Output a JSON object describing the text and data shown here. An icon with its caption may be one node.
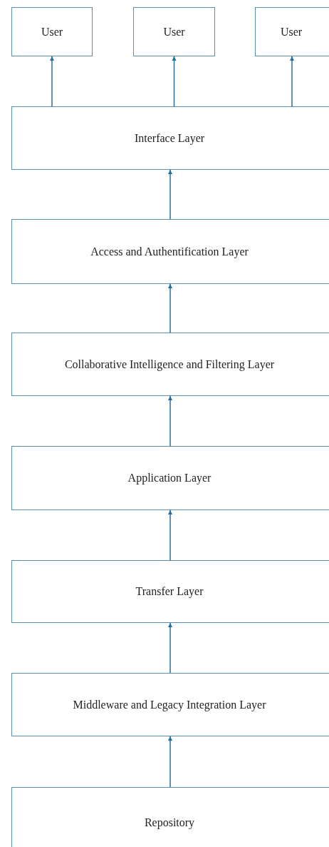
{
  "diagram": {
    "nodes": [
      {
        "text": [
          "User"
        ]
      },
      {
        "text": [
          "User"
        ]
      },
      {
        "text": [
          "User"
        ]
      },
      {
        "text": [
          "Interface Layer"
        ]
      },
      {
        "text": [
          "Access and Authentification Layer"
        ]
      },
      {
        "text": [
          "Collaborative Intelligence and Filtering Layer"
        ]
      },
      {
        "text": [
          "Application Layer"
        ]
      },
      {
        "text": [
          "Transfer Layer"
        ]
      },
      {
        "text": [
          "Middleware and Legacy Integration Layer"
        ]
      },
      {
        "text": [
          "Repository"
        ]
      }
    ],
    "edges": [
      {
        "from": 3,
        "to": 0,
        "arrow": "to"
      },
      {
        "from": 3,
        "to": 1,
        "arrow": "to"
      },
      {
        "from": 3,
        "to": 2,
        "arrow": "to"
      },
      {
        "from": 4,
        "to": 3,
        "arrow": "to"
      },
      {
        "from": 5,
        "to": 4,
        "arrow": "to"
      },
      {
        "from": 6,
        "to": 5,
        "arrow": "to"
      },
      {
        "from": 7,
        "to": 6,
        "arrow": "to"
      },
      {
        "from": 8,
        "to": 7,
        "arrow": "to"
      },
      {
        "from": 9,
        "to": 8,
        "arrow": "to"
      }
    ]
  }
}
